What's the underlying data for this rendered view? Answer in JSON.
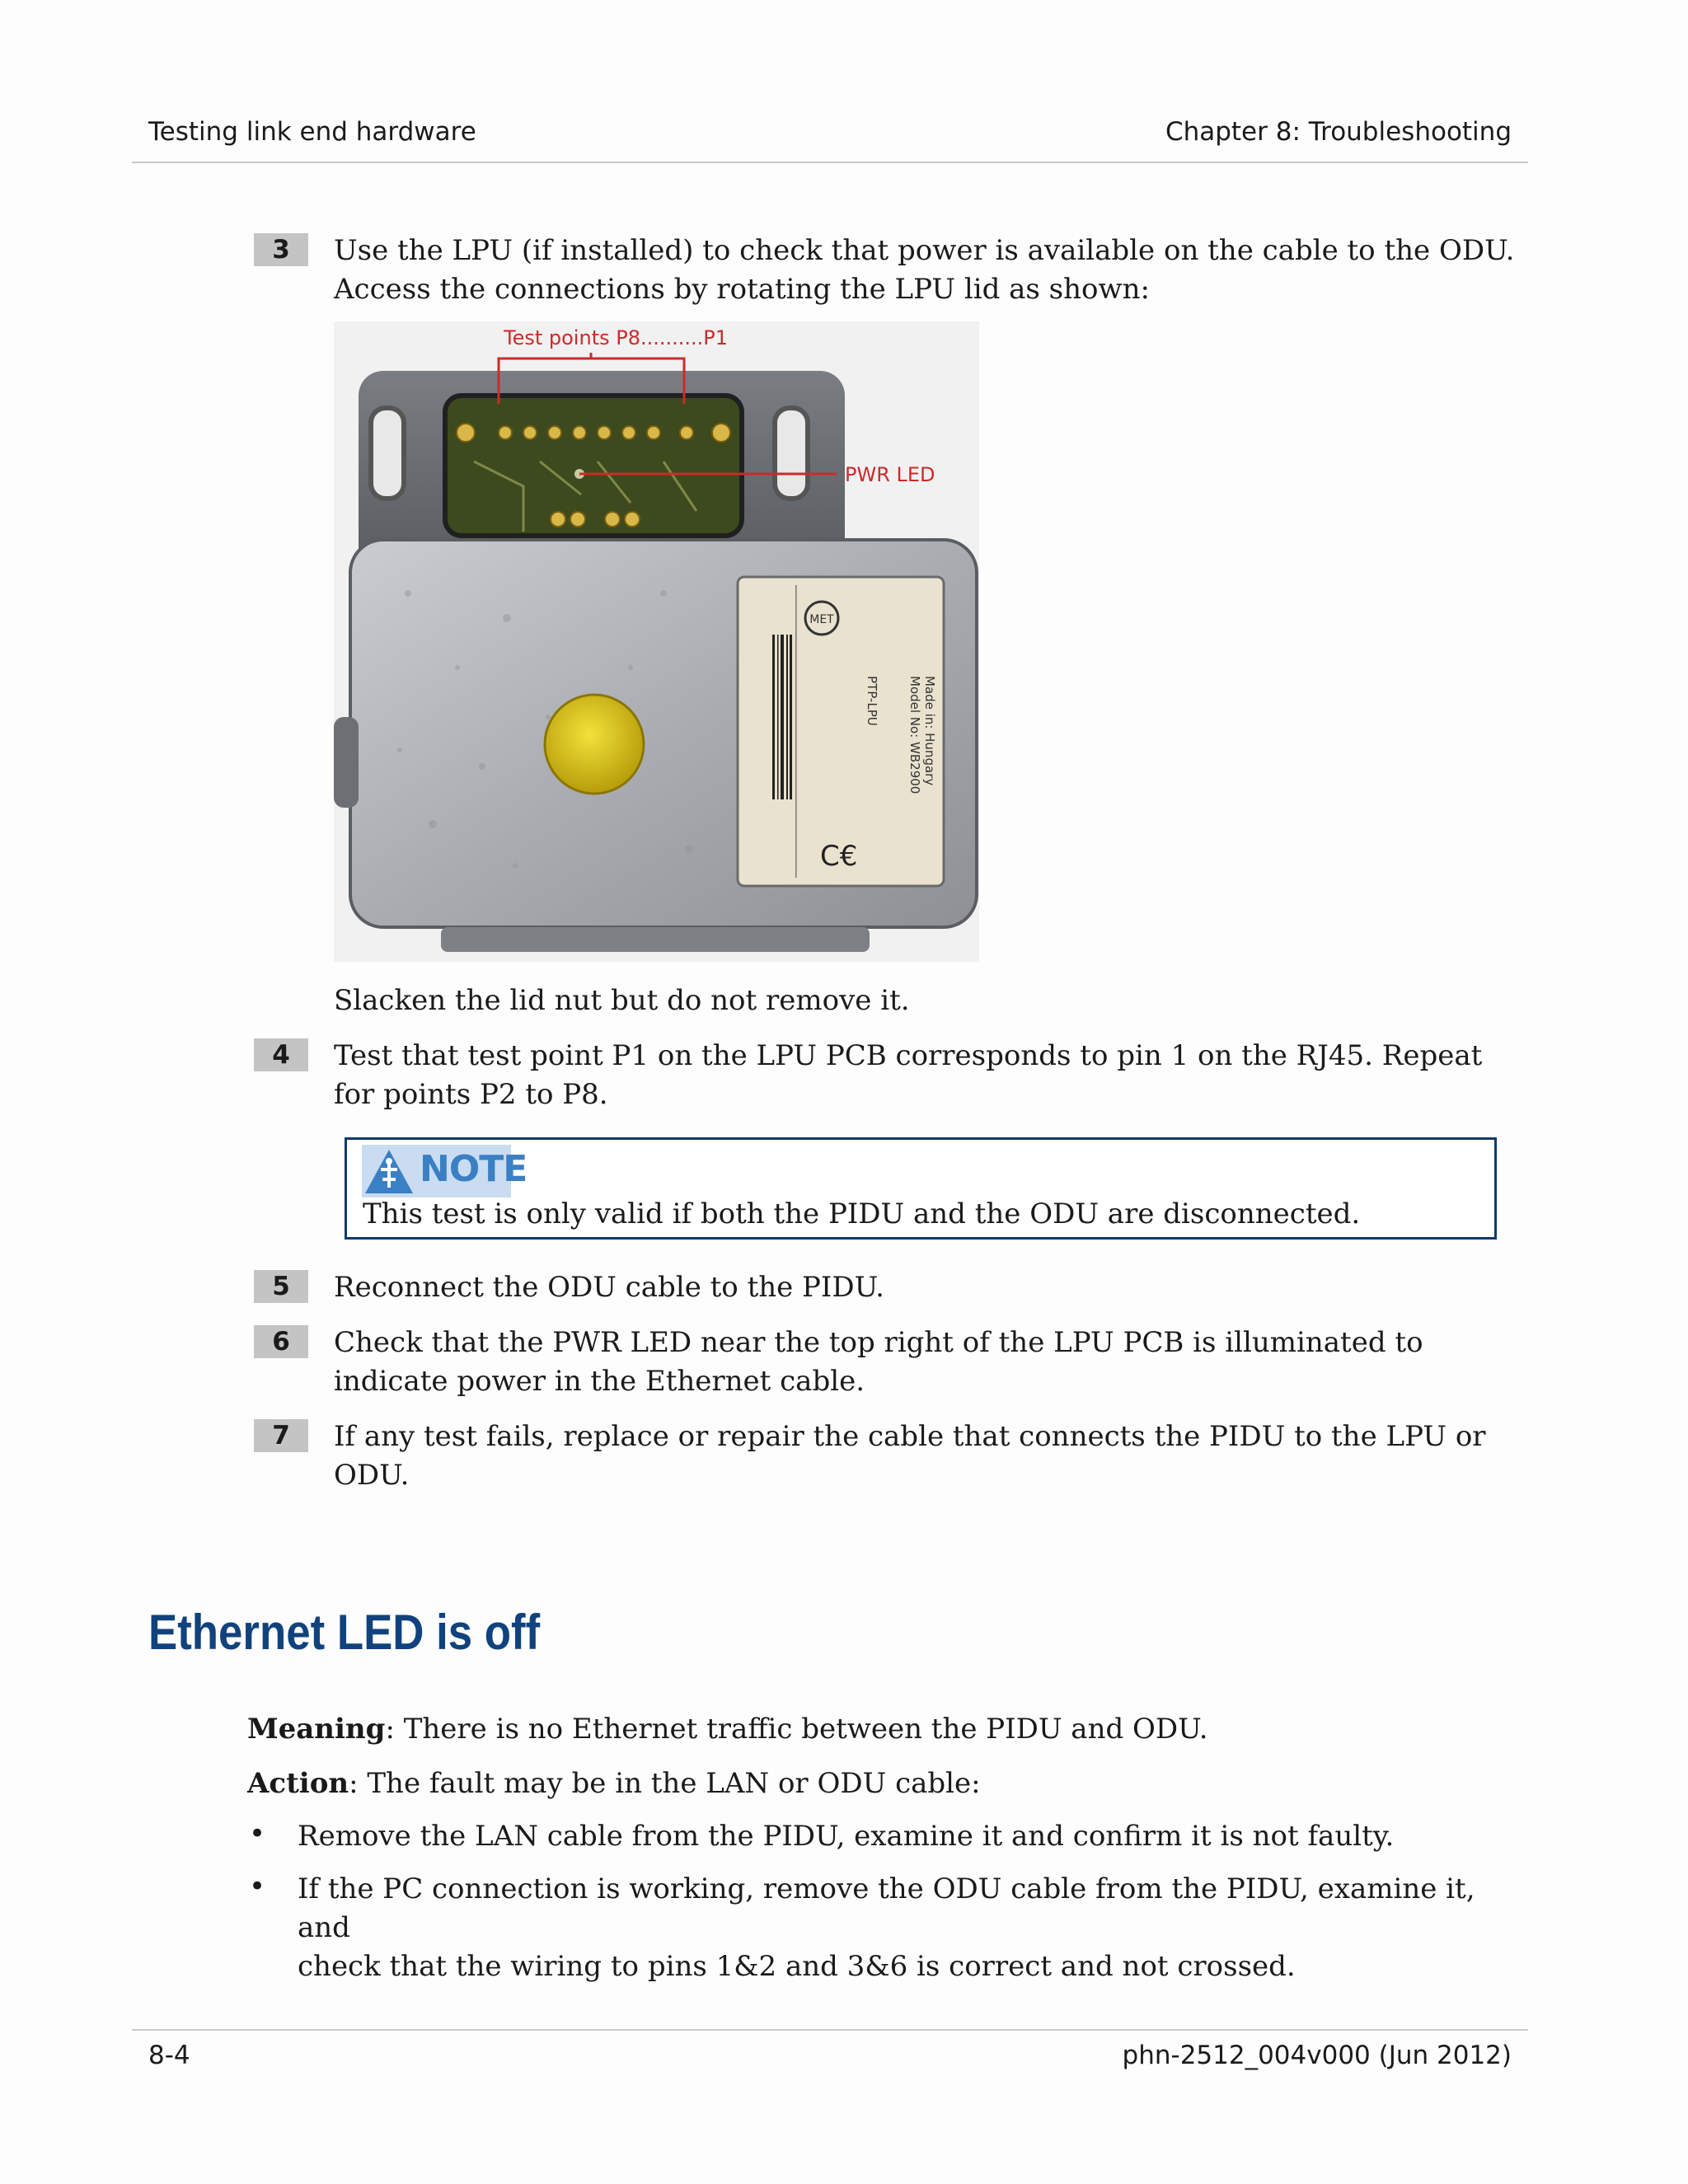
{
  "header": {
    "left": "Testing link end hardware",
    "right": "Chapter 8:  Troubleshooting"
  },
  "steps": [
    {
      "num": "3",
      "lines": [
        "Use the LPU (if installed) to check that power is available on the cable to the ODU.",
        "Access the connections by rotating the LPU lid as shown:"
      ]
    },
    {
      "num": "4",
      "lines": [
        "Test that test point P1 on the LPU PCB corresponds to pin 1 on the RJ45. Repeat",
        "for points P2 to P8."
      ]
    },
    {
      "num": "5",
      "lines": [
        "Reconnect the ODU cable to the PIDU."
      ]
    },
    {
      "num": "6",
      "lines": [
        "Check that the PWR LED near the top right of the LPU PCB is illuminated to",
        "indicate power in the Ethernet cable."
      ]
    },
    {
      "num": "7",
      "lines": [
        "If any test fails, replace or repair the cable that connects the PIDU to the LPU or",
        "ODU."
      ]
    }
  ],
  "photo": {
    "callout_points": "Test points P8..........P1",
    "callout_led": "PWR LED",
    "label_model": "Model No: WB2900",
    "label_origin": "Made in: Hungary",
    "label_product": "PTP-LPU",
    "label_brand": "MET"
  },
  "after_photo": "Slacken the lid nut but do not remove it.",
  "note": {
    "label": "NOTE",
    "text": "This test is only valid if both the PIDU and the ODU are disconnected."
  },
  "section": {
    "title": "Ethernet LED is off",
    "meaning_label": "Meaning",
    "meaning_text": ": There is no Ethernet traffic between the PIDU and ODU.",
    "action_label": "Action",
    "action_text": ": The fault may be in the LAN or ODU cable:",
    "bullets": [
      {
        "lines": [
          "Remove the LAN cable from the PIDU, examine it and confirm it is not faulty."
        ]
      },
      {
        "lines": [
          "If the PC connection is working, remove the ODU cable from the PIDU, examine it, and",
          "check that the wiring to pins 1&2 and 3&6 is correct and not crossed."
        ]
      }
    ]
  },
  "footer": {
    "left": "8-4",
    "right": "phn-2512_004v000 (Jun 2012)"
  },
  "colors": {
    "heading": "#10427e",
    "note_border": "#0f3a6b",
    "note_label": "#3b7fc4",
    "callout": "#cc2a2a"
  }
}
